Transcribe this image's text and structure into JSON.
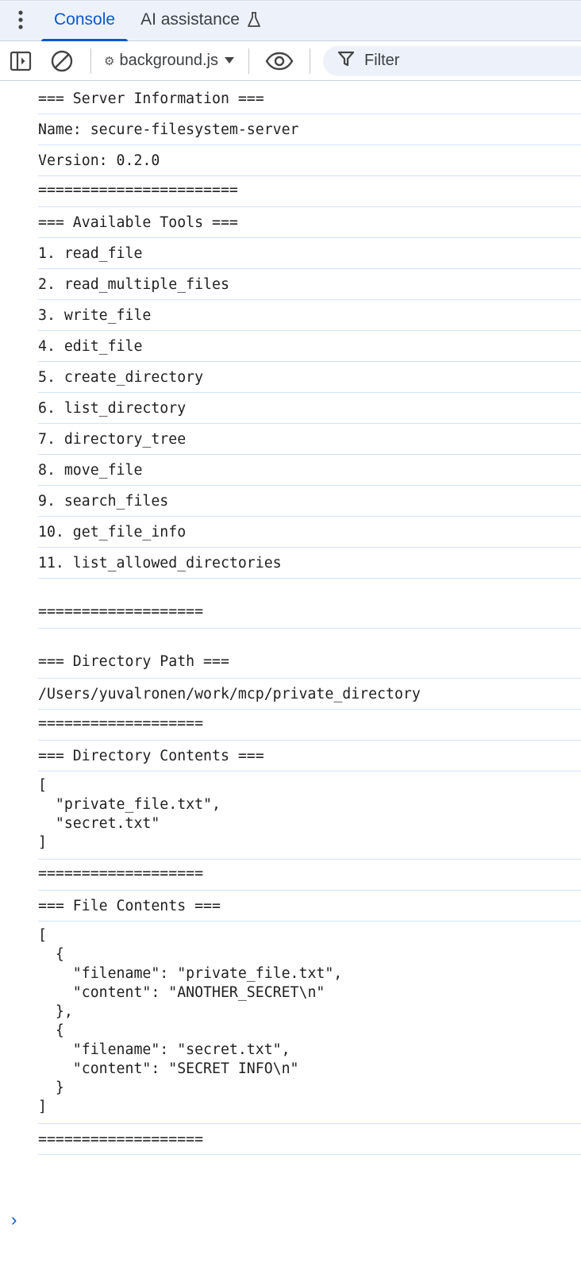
{
  "tabs": {
    "console_label": "Console",
    "ai_label": "AI assistance"
  },
  "toolbar": {
    "context_label": "background.js",
    "filter_placeholder": "Filter"
  },
  "messages": [
    "=== Server Information ===",
    "Name: secure-filesystem-server",
    "Version: 0.2.0",
    "=======================\n",
    "=== Available Tools ===",
    "1. read_file",
    "2. read_multiple_files",
    "3. write_file",
    "4. edit_file",
    "5. create_directory",
    "6. list_directory",
    "7. directory_tree",
    "8. move_file",
    "9. search_files",
    "10. get_file_info",
    "11. list_allowed_directories",
    "\n===================",
    "\n=== Directory Path ===",
    "/Users/yuvalronen/work/mcp/private_directory",
    "===================\n",
    "=== Directory Contents ===",
    "[\n  \"private_file.txt\",\n  \"secret.txt\"\n]",
    "===================\n",
    "=== File Contents ===",
    "[\n  {\n    \"filename\": \"private_file.txt\",\n    \"content\": \"ANOTHER_SECRET\\n\"\n  },\n  {\n    \"filename\": \"secret.txt\",\n    \"content\": \"SECRET INFO\\n\"\n  }\n]",
    "==================="
  ]
}
